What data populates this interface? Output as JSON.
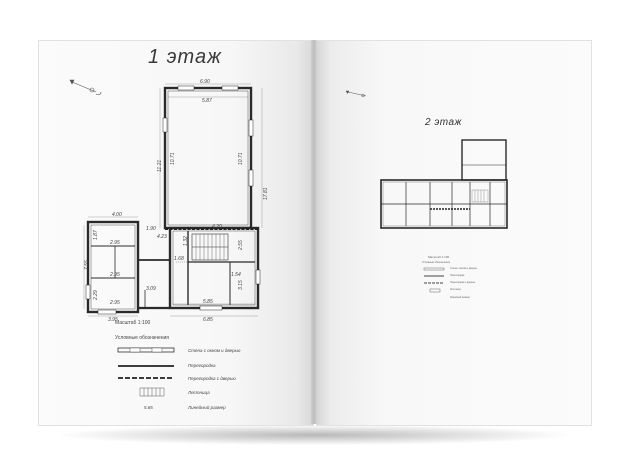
{
  "spread": {
    "left_page": {
      "title": "1  этаж",
      "scale_label": "Масштаб 1:100",
      "legend_title": "Условные обозначения",
      "legend_items": [
        {
          "label": "Стена с окном и дверью"
        },
        {
          "label": "Перегородка"
        },
        {
          "label": "Перегородка с дверью"
        },
        {
          "label": "Лестница"
        },
        {
          "label": "Линейный размер",
          "sample": "5.65"
        }
      ],
      "dimensions": {
        "top_outer": "6.90",
        "top_inner": "5.87",
        "left_wing_top": "4.00",
        "mid_a": "1.90",
        "mid_b": "4.20",
        "mid_c": "4.23",
        "room_a": "2.95",
        "room_b": "2.95",
        "room_c": "2.95",
        "bottom_left": "3.95",
        "bottom_right": "6.85",
        "bottom_inner": "5.85",
        "small_a": "1.54",
        "small_b": "1.68",
        "small_c": "3.09",
        "v_left_big": "11.21",
        "v_inner": "10.71",
        "v_right_inner": "10.71",
        "v_right_outer": "17.81",
        "v_wing_a": "1.87",
        "v_wing_b": "7.55",
        "v_wing_c": "2.29",
        "v_stair_a": "2.55",
        "v_stair_b": "3.15",
        "v_small": "1.32"
      }
    },
    "right_page": {
      "title": "2  этаж",
      "scale_label": "Масштаб 1:100",
      "legend_title": "Условные обозначения",
      "legend_items": [
        {
          "label": "Стена с окном и дверью"
        },
        {
          "label": "Перегородка"
        },
        {
          "label": "Перегородка с дверью"
        },
        {
          "label": "Лестница"
        },
        {
          "label": "Линейный размер"
        }
      ]
    }
  },
  "colors": {
    "paper": "#f7f7f7",
    "ink": "#3a3a3a",
    "wall": "#2a2a2a"
  }
}
